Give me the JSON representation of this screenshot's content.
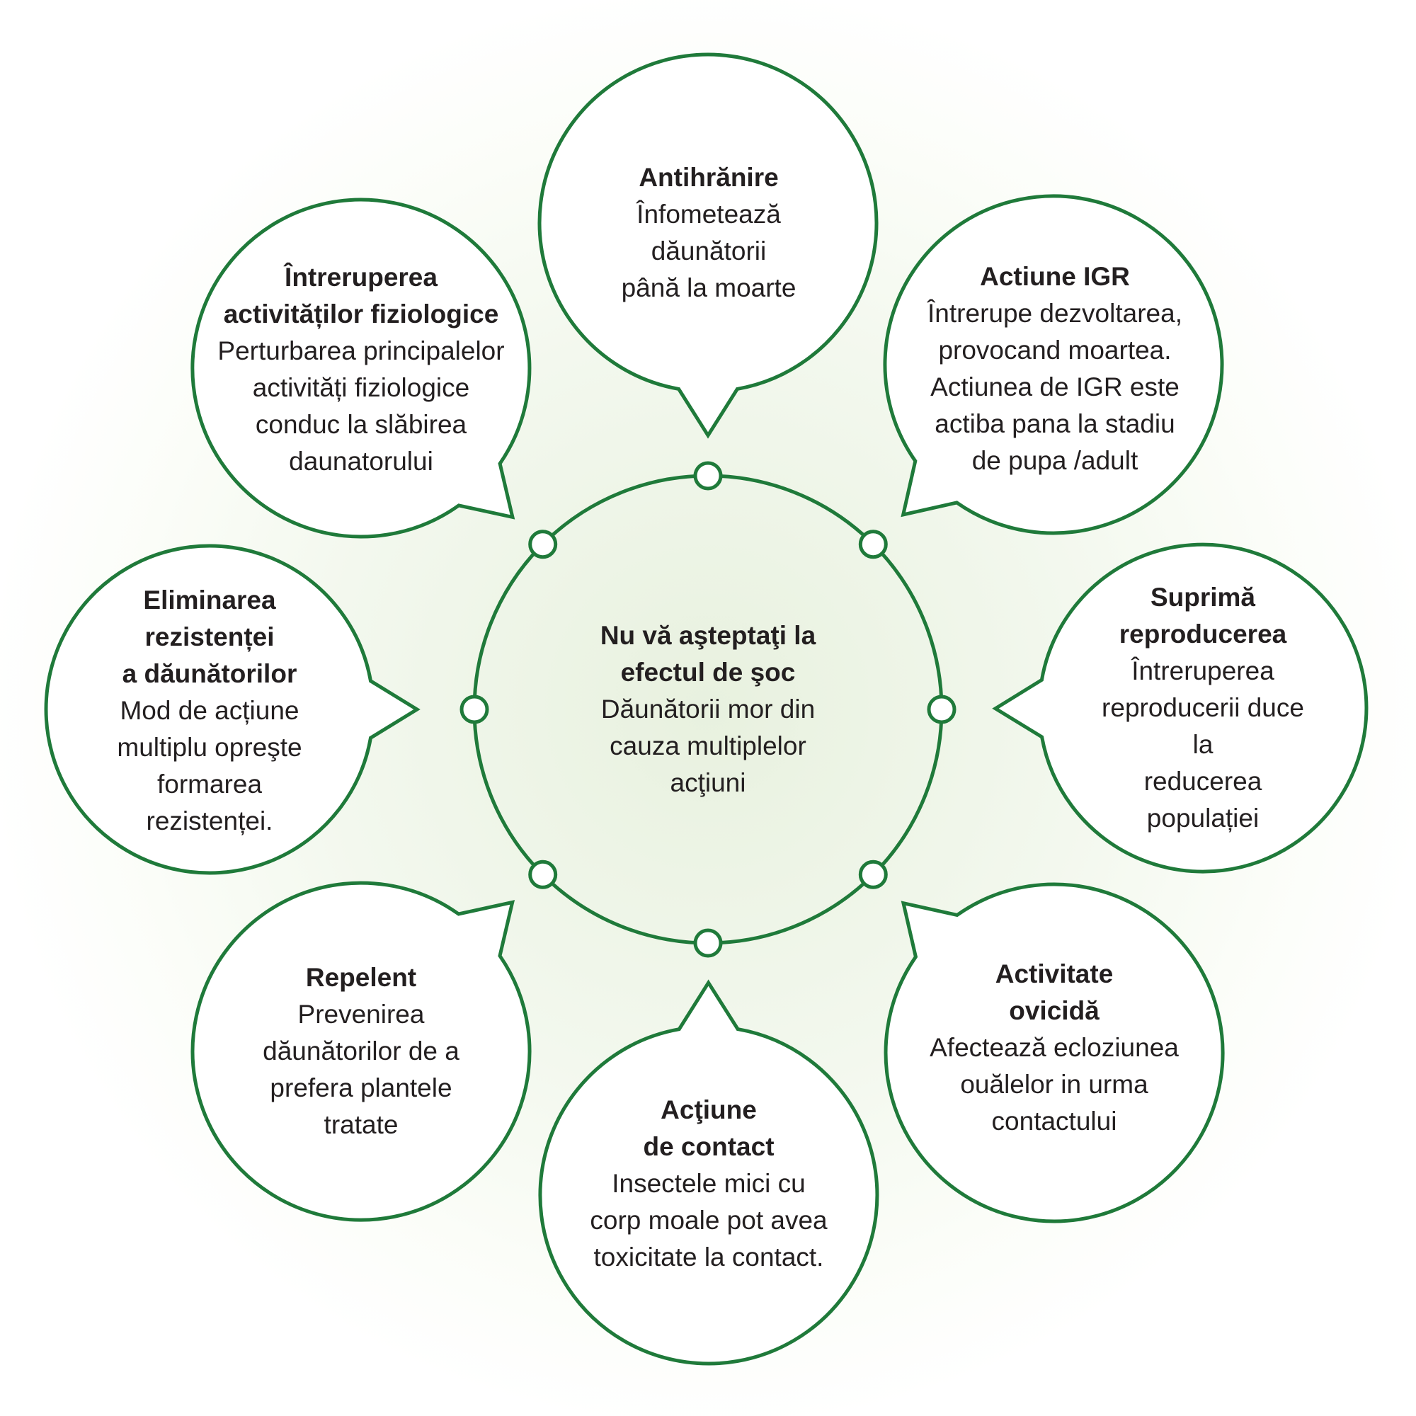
{
  "colors": {
    "stroke": "#1f7a3a",
    "fill": "#ffffff",
    "text": "#231f20"
  },
  "center": {
    "title": "Nu vă aşteptaţi la\nefectul de şoc",
    "body": "Dăunătorii mor din\ncauza multiplelor\nacţiuni"
  },
  "bubbles": [
    {
      "id": "antihranire",
      "title": "Antihrănire",
      "body": "Înfometează\ndăunătorii\npână la moarte"
    },
    {
      "id": "actiune-igr",
      "title": "Actiune IGR",
      "body": "Întrerupe dezvoltarea,\nprovocand moartea.\nActiunea de IGR este\nactiba pana la stadiu\nde pupa /adult"
    },
    {
      "id": "suprima-reproducerea",
      "title": "Suprimă\nreproducerea",
      "body": "Întreruperea\nreproducerii duce la\nreducerea\npopulației"
    },
    {
      "id": "activitate-ovicida",
      "title": "Activitate\novicidă",
      "body": "Afectează ecloziunea\nouălelor in urma\ncontactului"
    },
    {
      "id": "actiune-de-contact",
      "title": "Acţiune\nde contact",
      "body": "Insectele mici cu\ncorp moale pot avea\ntoxicitate la contact."
    },
    {
      "id": "repelent",
      "title": "Repelent",
      "body": "Prevenirea\ndăunătorilor de a\nprefera plantele\ntratate"
    },
    {
      "id": "eliminarea-rezistentei",
      "title": "Eliminarea\nrezistenței\na dăunătorilor",
      "body": "Mod de acțiune\nmultiplu opreşte\nformarea\nrezistenței."
    },
    {
      "id": "intreruperea-activitatilor",
      "title": "Întreruperea\nactivităților fiziologice",
      "body": "Perturbarea principalelor\nactivități fiziologice\nconduc la slăbirea\ndaunatorului"
    }
  ]
}
